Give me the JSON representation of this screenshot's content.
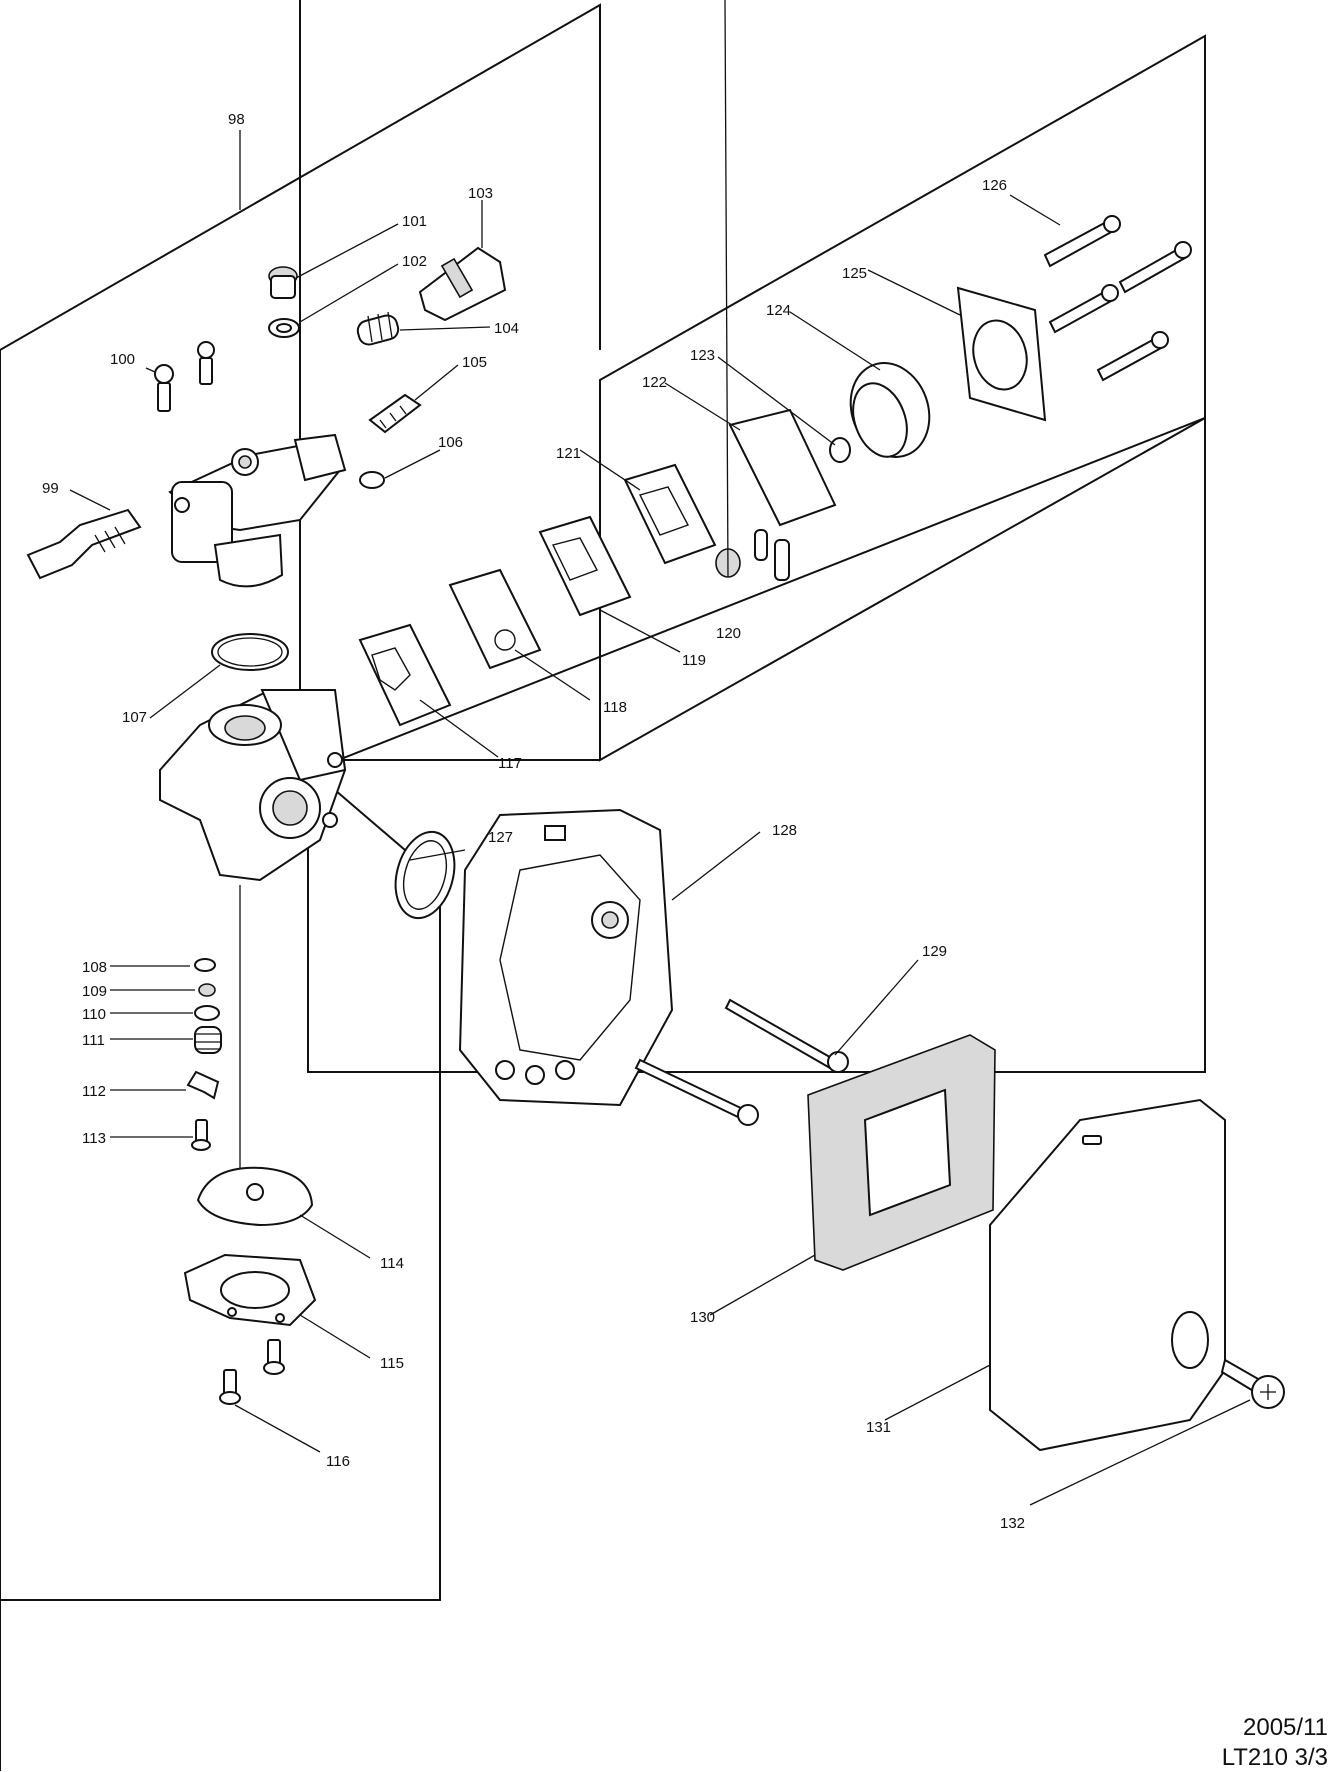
{
  "footer": {
    "date": "2005/11",
    "model_page": "LT210 3/3"
  },
  "parts": {
    "p98": "98",
    "p99": "99",
    "p100": "100",
    "p101": "101",
    "p102": "102",
    "p103": "103",
    "p104": "104",
    "p105": "105",
    "p106": "106",
    "p107": "107",
    "p108": "108",
    "p109": "109",
    "p110": "110",
    "p111": "111",
    "p112": "112",
    "p113": "113",
    "p114": "114",
    "p115": "115",
    "p116": "116",
    "p117": "117",
    "p118": "118",
    "p119": "119",
    "p120": "120",
    "p121": "121",
    "p122": "122",
    "p123": "123",
    "p124": "124",
    "p125": "125",
    "p126": "126",
    "p127": "127",
    "p128": "128",
    "p129": "129",
    "p130": "130",
    "p131": "131",
    "p132": "132"
  }
}
